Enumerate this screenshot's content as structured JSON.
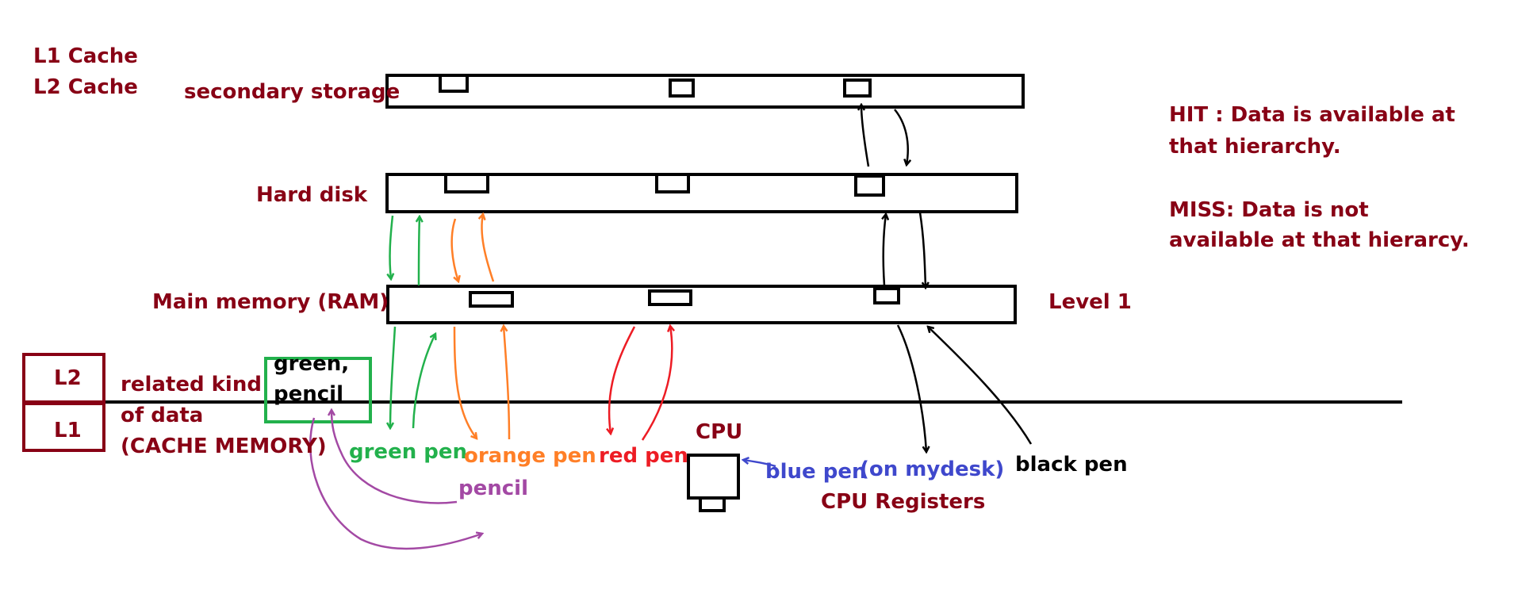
{
  "cache_labels": {
    "l1": "L1 Cache",
    "l2": "L2 Cache"
  },
  "levels": {
    "secondary_storage": "secondary storage",
    "hard_disk": "Hard disk",
    "main_memory": "Main memory (RAM)",
    "level_1": "Level 1"
  },
  "definitions": {
    "hit_line1": "HIT : Data is available at",
    "hit_line2": "that hierarchy.",
    "miss_line1": "MISS: Data is not",
    "miss_line2": "available at that hierarcy."
  },
  "cache": {
    "l2_box": "L2",
    "l1_box": "L1",
    "related_line1": "related kind",
    "related_line2": "of data",
    "related_line3": "(CACHE MEMORY)",
    "green_box_line1": "green,",
    "green_box_line2": "pencil"
  },
  "pens": {
    "green": "green pen",
    "orange": "orange pen",
    "red": "red pen",
    "pencil": "pencil",
    "blue": "blue pen",
    "on_desk": "(on mydesk)",
    "black": "black pen"
  },
  "cpu": {
    "label": "CPU",
    "registers": "CPU Registers"
  },
  "colors": {
    "maroon": "#880015",
    "green": "#22b14c",
    "orange": "#ff7f27",
    "red": "#ed1c24",
    "blue": "#3f48cc",
    "purple": "#a349a4",
    "black": "#000000"
  }
}
